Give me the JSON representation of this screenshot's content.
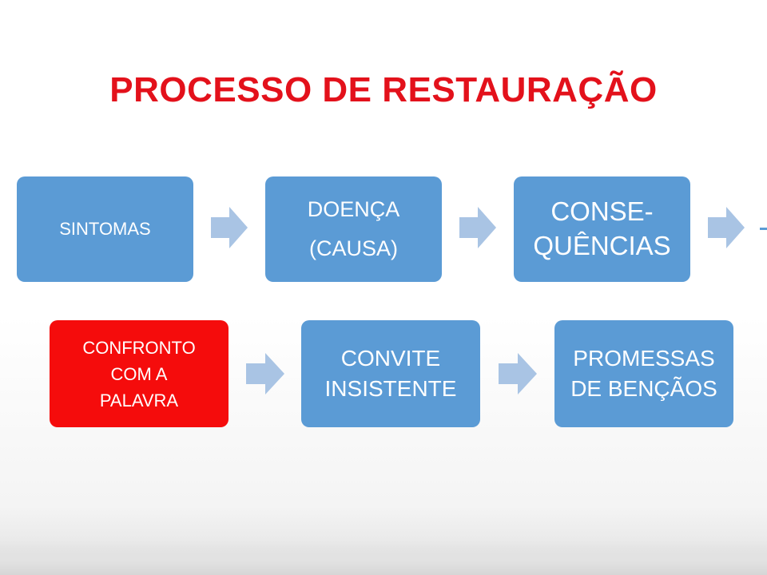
{
  "title": "PROCESSO DE RESTAURAÇÃO",
  "colors": {
    "title": "#e3111b",
    "box_blue": "#5b9bd5",
    "box_red": "#f50c0c",
    "arrow": "#a9c4e4"
  },
  "row1": [
    {
      "lines": [
        "SINTOMAS"
      ]
    },
    {
      "lines": [
        "DOENÇA",
        "(CAUSA)"
      ]
    },
    {
      "lines": [
        "CONSE-",
        "QUÊNCIAS"
      ]
    }
  ],
  "row2": [
    {
      "lines": [
        "CONFRONTO",
        "COM A",
        "PALAVRA"
      ]
    },
    {
      "lines": [
        "CONVITE",
        "INSISTENTE"
      ]
    },
    {
      "lines": [
        "PROMESSAS",
        "DE BENÇÃOS"
      ]
    }
  ],
  "arrow_icon": "right-chevron-arrow-icon"
}
